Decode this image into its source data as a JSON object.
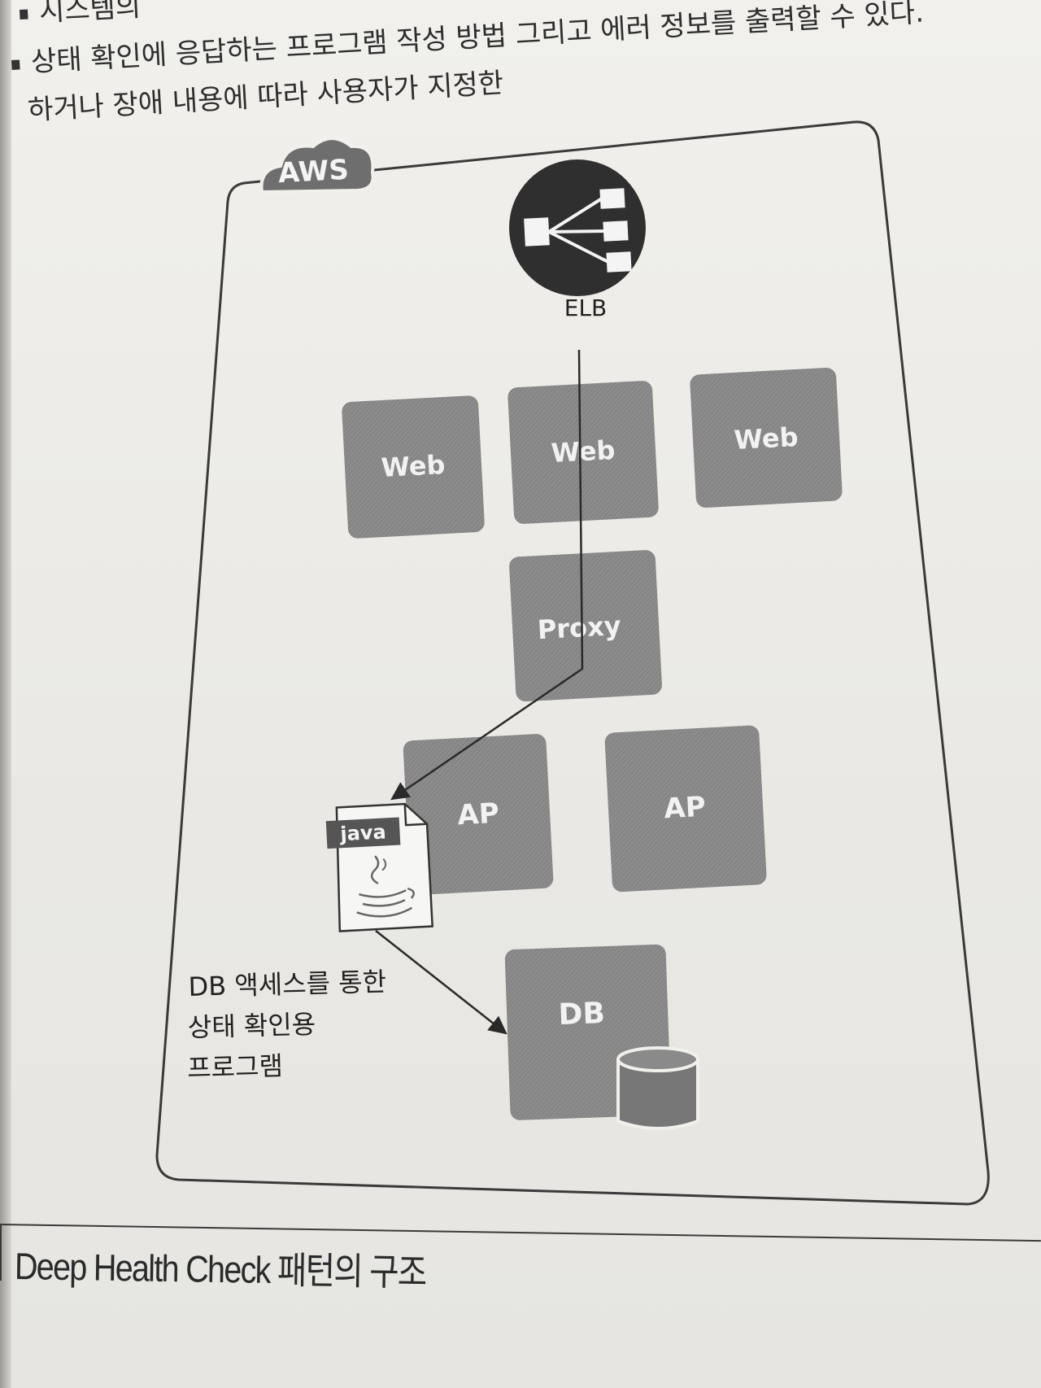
{
  "top_text": {
    "line1": "시스템의",
    "line2": "상태 확인에 응답하는 프로그램 작성 방법 그리고 에러 정보를 출력할 수 있다.",
    "line3": "하거나 장애 내용에 따라 사용자가 지정한"
  },
  "diagram": {
    "cloud_label": "AWS",
    "elb_label": "ELB",
    "web_labels": [
      "Web",
      "Web",
      "Web"
    ],
    "proxy_label": "Proxy",
    "ap_labels": [
      "AP",
      "AP"
    ],
    "db_label": "DB",
    "java_label": "java",
    "annotation_lines": [
      "DB 액세스를 통한",
      "상태 확인용",
      "프로그램"
    ]
  },
  "caption": "Deep Health Check 패턴의 구조",
  "colors": {
    "box_fill": "#8a8a8a",
    "elb_circle": "#2f2f2f",
    "line": "#2a2a2a",
    "frame": "#3a3a3a"
  },
  "icons": [
    "cloud-icon",
    "elb-icon",
    "java-file-icon",
    "database-icon"
  ]
}
